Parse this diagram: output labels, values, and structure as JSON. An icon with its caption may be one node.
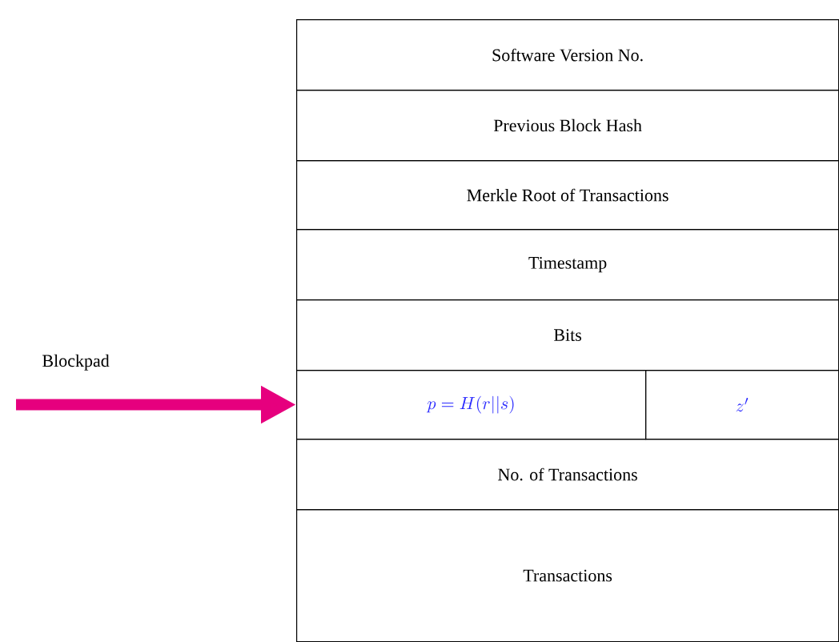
{
  "diagram": {
    "nodes": [
      {
        "text": [
          "Software Version No."
        ]
      },
      {
        "text": [
          "Previous Block Hash"
        ]
      },
      {
        "text": [
          "Merkle Root of Transactions"
        ]
      },
      {
        "text": [
          "Timestamp"
        ]
      },
      {
        "text": [
          "Bits"
        ]
      },
      {
        "text": [
          "p=H(r||s)"
        ]
      },
      {
        "text": [
          "z'"
        ]
      },
      {
        "text": [
          "No. of Transactions"
        ]
      },
      {
        "text": [
          "Transactions"
        ]
      }
    ],
    "edges": [
      {
        "from": null,
        "to": 5,
        "arrow": "to",
        "label": "Blockpad",
        "color": "#e6007e"
      }
    ]
  }
}
